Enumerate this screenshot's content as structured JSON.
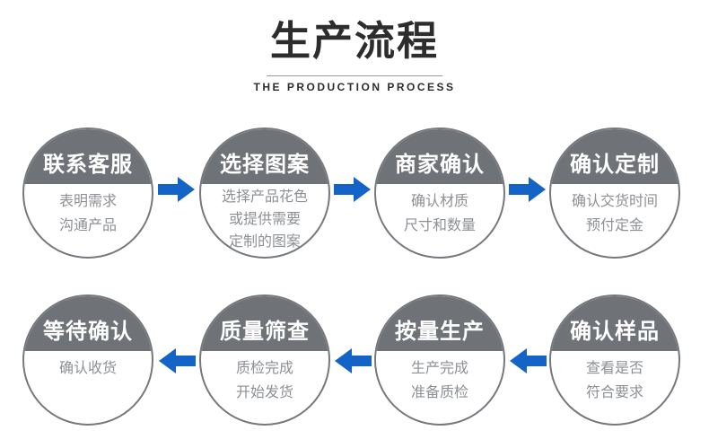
{
  "page": {
    "title": "生产流程",
    "subtitle": "THE PRODUCTION PROCESS"
  },
  "colors": {
    "arrow_blue": "#1464c8",
    "circle_segment_gray": "#6f7377",
    "circle_border_gray": "#75797d",
    "description_text_gray": "#8d9094",
    "heading_dark": "#2d2d2d",
    "step_title_white": "#ffffff"
  },
  "process": {
    "rows": [
      {
        "arrow_direction": "right",
        "steps": [
          {
            "title": "联系客服",
            "lines": [
              "表明需求",
              "沟通产品"
            ]
          },
          {
            "title": "选择图案",
            "lines": [
              "选择产品花色",
              "或提供需要",
              "定制的图案"
            ]
          },
          {
            "title": "商家确认",
            "lines": [
              "确认材质",
              "尺寸和数量"
            ]
          },
          {
            "title": "确认定制",
            "lines": [
              "确认交货时间",
              "预付定金"
            ]
          }
        ]
      },
      {
        "arrow_direction": "left",
        "steps": [
          {
            "title": "等待确认",
            "lines": [
              "确认收货"
            ]
          },
          {
            "title": "质量筛查",
            "lines": [
              "质检完成",
              "开始发货"
            ]
          },
          {
            "title": "按量生产",
            "lines": [
              "生产完成",
              "准备质检"
            ]
          },
          {
            "title": "确认样品",
            "lines": [
              "查看是否",
              "符合要求"
            ]
          }
        ]
      }
    ]
  }
}
